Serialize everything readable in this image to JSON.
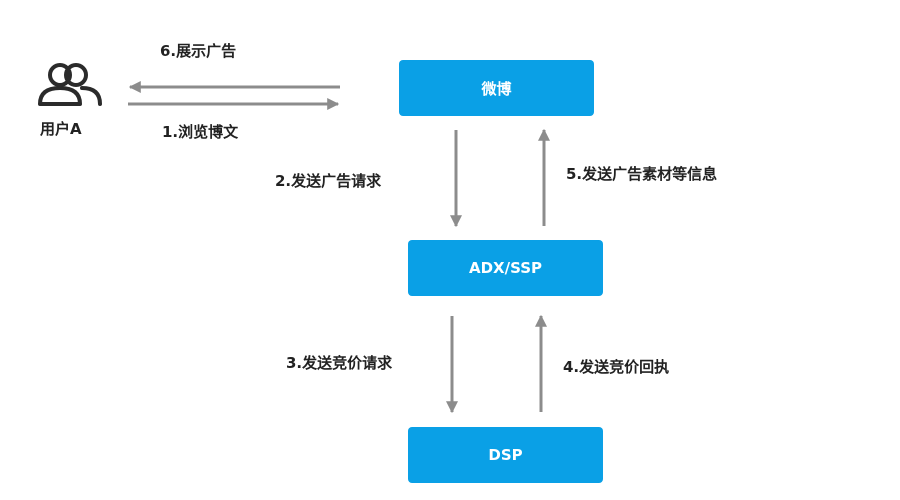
{
  "user": {
    "label": "用户A",
    "icon": "users-icon"
  },
  "nodes": {
    "weibo": "微博",
    "adx": "ADX/SSP",
    "dsp": "DSP"
  },
  "edges": {
    "browse": "1.浏览博文",
    "send_ad_request": "2.发送广告请求",
    "send_bid_request": "3.发送竞价请求",
    "send_bid_response": "4.发送竞价回执",
    "send_ad_material": "5.发送广告素材等信息",
    "show_ad": "6.展示广告"
  },
  "colors": {
    "node": "#0aa0e6",
    "arrow": "#8c8c8c"
  }
}
